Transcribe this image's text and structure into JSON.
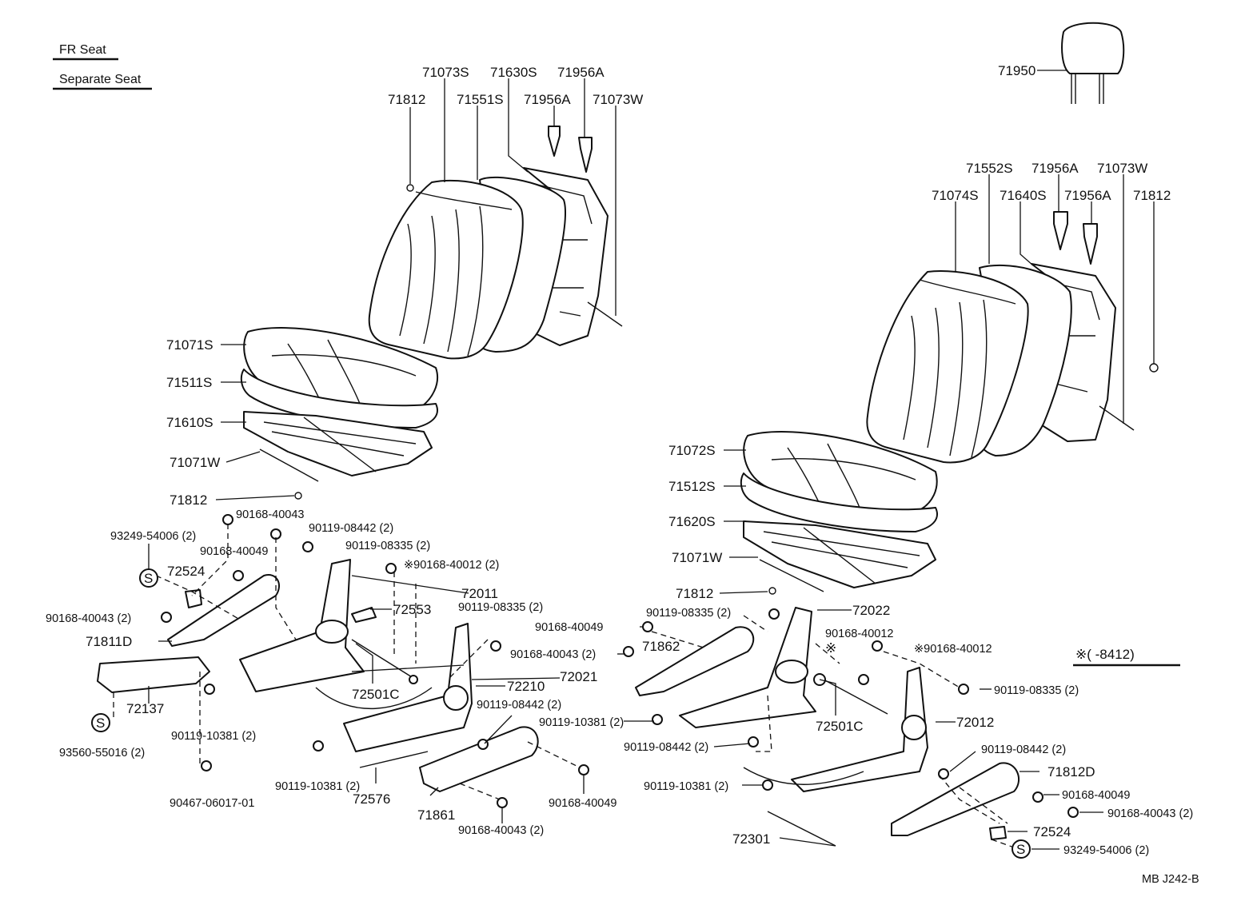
{
  "header": {
    "line1": "FR Seat",
    "line2": "Separate Seat"
  },
  "footer": {
    "note": "※(      -8412)",
    "code": "MB  J242-B"
  },
  "left": {
    "back_cover": "71073S",
    "back_pad": "71551S",
    "back_frame": "71630S",
    "grommet_a1": "71956A",
    "grommet_a2": "71956A",
    "wire_w": "71073W",
    "clip_top": "71812",
    "cushion_cover": "71071S",
    "cushion_pad": "71511S",
    "cushion_frame": "71610S",
    "cushion_wire": "71071W",
    "clip_mid": "71812",
    "screw1": "90168-40043",
    "screw2": "93249-54006 (2)",
    "screw3": "90168-40049",
    "bolt1": "90119-08442 (2)",
    "bolt2": "90119-08335 (2)",
    "bolt3": "※90168-40012 (2)",
    "hinge": "72011",
    "knob_cap": "72553",
    "bolt4": "90119-08335 (2)",
    "cover_bracket": "72524",
    "screw4": "90168-40043 (2)",
    "shield": "71811D",
    "screw5": "90168-40049",
    "screw6": "90168-40043 (2)",
    "track_cover": "71862",
    "rail_cover": "72137",
    "bolt5": "90119-10381 (2)",
    "clip_bolt": "93560-55016 (2)",
    "nut": "90467-06017-01",
    "cable": "72501C",
    "recliner": "72021",
    "lever": "72210",
    "bolt6": "90119-08442 (2)",
    "bolt7": "90119-10381 (2)",
    "bolt8": "90119-10381 (2)",
    "spring": "72576",
    "shield_inner": "71861",
    "screw7": "90168-40049",
    "screw8": "90168-40043 (2)"
  },
  "right": {
    "headrest": "71950",
    "back_pad": "71552S",
    "grommet_a1": "71956A",
    "wire_w": "71073W",
    "back_cover": "71074S",
    "back_frame": "71640S",
    "grommet_a2": "71956A",
    "clip_top": "71812",
    "cushion_cover": "71072S",
    "cushion_pad": "71512S",
    "cushion_frame": "71620S",
    "cushion_wire": "71071W",
    "clip_mid": "71812",
    "bolt1": "90119-08335 (2)",
    "hinge": "72022",
    "screw1": "90168-40012",
    "screw2": "※90168-40012",
    "bolt2": "90119-08335 (2)",
    "cable": "72501C",
    "recliner": "72012",
    "bolt3": "90119-08442 (2)",
    "bolt4": "90119-08442 (2)",
    "shield": "71812D",
    "bolt5": "90119-10381 (2)",
    "screw3": "90168-40049",
    "screw4": "90168-40043 (2)",
    "bracket": "72524",
    "screw5": "93249-54006 (2)",
    "rod": "72301",
    "asterisk": "※"
  },
  "s_mark": "S"
}
